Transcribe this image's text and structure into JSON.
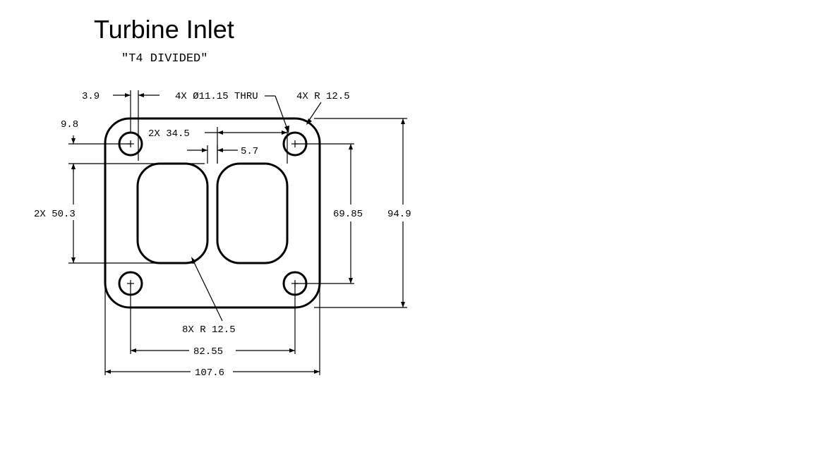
{
  "title": "Turbine Inlet",
  "subtitle": "\"T4 DIVIDED\"",
  "dimensions": {
    "hole_edge_offset": "3.9",
    "hole_spec": "4X Ø11.15 THRU",
    "corner_radius": "4X  R 12.5",
    "hole_top_offset": "9.8",
    "port_width": "2X  34.5",
    "port_gap": "5.7",
    "port_height": "2X  50.3",
    "hole_vertical_spacing": "69.85",
    "overall_height": "94.9",
    "port_radius": "8X  R 12.5",
    "hole_horizontal_spacing": "82.55",
    "overall_width": "107.6"
  }
}
